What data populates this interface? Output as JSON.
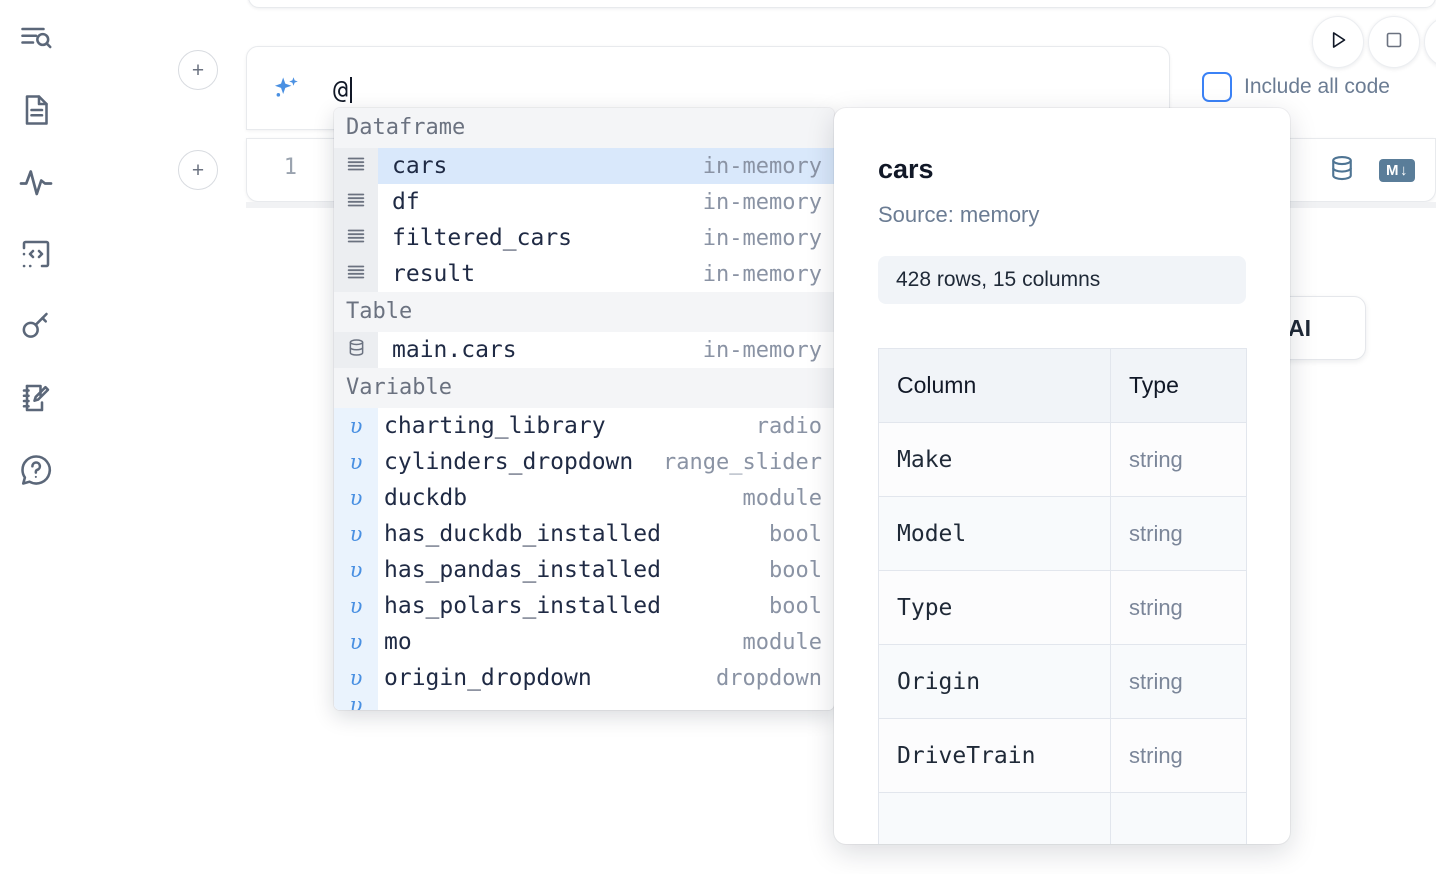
{
  "sidebar": {
    "items": [
      {
        "icon": "outline-search-icon",
        "name": "sidebar-item-explore"
      },
      {
        "icon": "document-icon",
        "name": "sidebar-item-notebook"
      },
      {
        "icon": "activity-pulse-icon",
        "name": "sidebar-item-runtime"
      },
      {
        "icon": "code-brackets-icon",
        "name": "sidebar-item-snippets"
      },
      {
        "icon": "key-icon",
        "name": "sidebar-item-secrets"
      },
      {
        "icon": "notepad-pencil-icon",
        "name": "sidebar-item-scratchpad"
      },
      {
        "icon": "question-chat-icon",
        "name": "sidebar-item-help"
      }
    ]
  },
  "toolbar": {
    "run_label": "run-icon",
    "stop_label": "stop-icon",
    "include_all_code_label": "Include all code",
    "include_all_code_checked": false,
    "accent_color": "#3b82f6"
  },
  "ai_prompt": {
    "icon": "sparkle-icon",
    "value": "@",
    "placeholder": ""
  },
  "cell": {
    "line_number": "1",
    "database_icon": "database-icon",
    "markdown_badge": "M",
    "markdown_badge_arrow": "↓"
  },
  "ai_float_button": {
    "label": "h AI"
  },
  "add_buttons": {
    "label": "+"
  },
  "autocomplete": {
    "groups": [
      {
        "header": "Dataframe",
        "items": [
          {
            "icon": "dataframe-icon",
            "name": "cars",
            "type": "in-memory",
            "selected": true
          },
          {
            "icon": "dataframe-icon",
            "name": "df",
            "type": "in-memory",
            "selected": false
          },
          {
            "icon": "dataframe-icon",
            "name": "filtered_cars",
            "type": "in-memory",
            "selected": false
          },
          {
            "icon": "dataframe-icon",
            "name": "result",
            "type": "in-memory",
            "selected": false
          }
        ]
      },
      {
        "header": "Table",
        "items": [
          {
            "icon": "table-db-icon",
            "name": "main.cars",
            "type": "in-memory",
            "selected": false
          }
        ]
      },
      {
        "header": "Variable",
        "items": [
          {
            "icon": "variable-icon",
            "name": "charting_library",
            "type": "radio",
            "selected": false
          },
          {
            "icon": "variable-icon",
            "name": "cylinders_dropdown",
            "type": "range_slider",
            "selected": false
          },
          {
            "icon": "variable-icon",
            "name": "duckdb",
            "type": "module",
            "selected": false
          },
          {
            "icon": "variable-icon",
            "name": "has_duckdb_installed",
            "type": "bool",
            "selected": false
          },
          {
            "icon": "variable-icon",
            "name": "has_pandas_installed",
            "type": "bool",
            "selected": false
          },
          {
            "icon": "variable-icon",
            "name": "has_polars_installed",
            "type": "bool",
            "selected": false
          },
          {
            "icon": "variable-icon",
            "name": "mo",
            "type": "module",
            "selected": false
          },
          {
            "icon": "variable-icon",
            "name": "origin_dropdown",
            "type": "dropdown",
            "selected": false
          }
        ]
      }
    ]
  },
  "doc_panel": {
    "title": "cars",
    "source": "Source: memory",
    "shape": "428 rows, 15 columns",
    "columns_header": "Column",
    "type_header": "Type",
    "rows": [
      {
        "column": "Make",
        "type": "string"
      },
      {
        "column": "Model",
        "type": "string"
      },
      {
        "column": "Type",
        "type": "string"
      },
      {
        "column": "Origin",
        "type": "string"
      },
      {
        "column": "DriveTrain",
        "type": "string"
      }
    ]
  }
}
